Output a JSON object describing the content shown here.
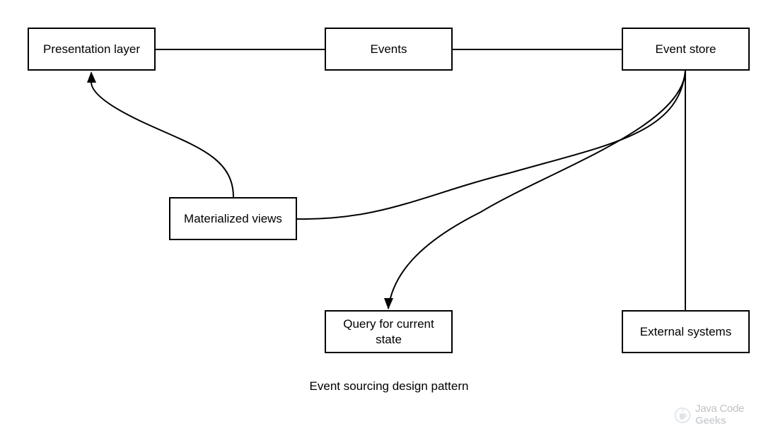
{
  "diagram": {
    "nodes": {
      "presentation_layer": "Presentation layer",
      "events": "Events",
      "event_store": "Event store",
      "materialized_views": "Materialized views",
      "query_current_state": "Query for current state",
      "external_systems": "External systems"
    },
    "caption": "Event sourcing design pattern"
  },
  "watermark": {
    "brand_text": "Java Code",
    "brand_text_bold": "Geeks"
  },
  "colors": {
    "stroke": "#000000",
    "background": "#ffffff"
  }
}
